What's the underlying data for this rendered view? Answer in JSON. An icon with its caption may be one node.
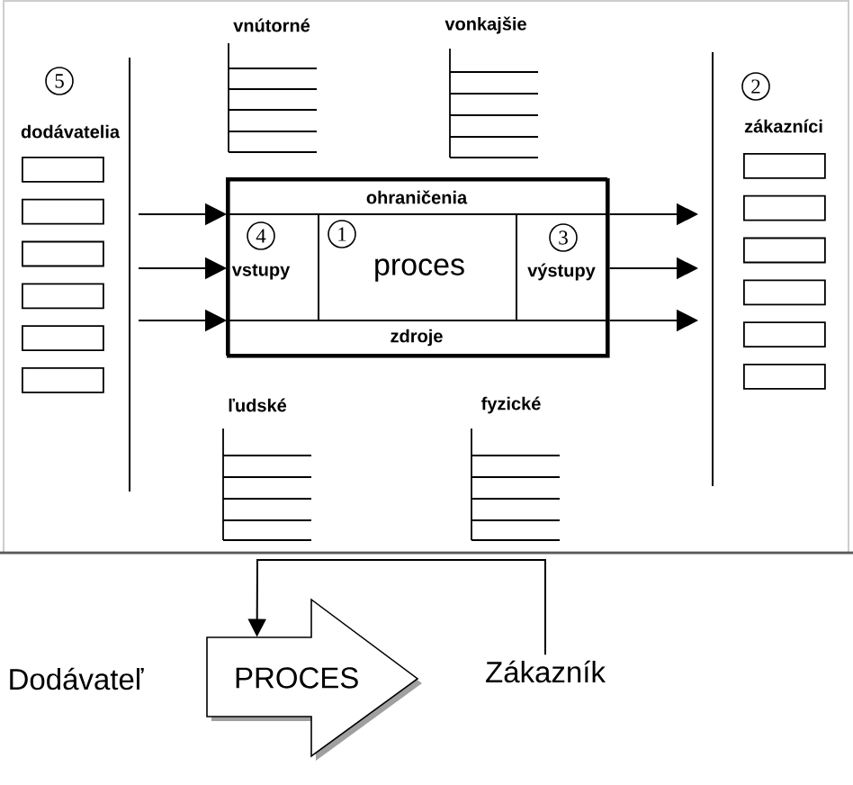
{
  "diagram": {
    "nodes": [
      {
        "text": [
          "5"
        ]
      },
      {
        "text": [],
        "shape": "box"
      },
      {
        "text": [],
        "shape": "box"
      },
      {
        "text": [],
        "shape": "box"
      },
      {
        "text": [],
        "shape": "box"
      },
      {
        "text": [],
        "shape": "box"
      },
      {
        "text": [],
        "shape": "box"
      },
      {
        "text": [],
        "shape": "box"
      },
      {
        "text": [
          "ohraničenia"
        ],
        "in": 7
      },
      {
        "text": [
          "vstupy"
        ],
        "in": 7
      },
      {
        "text": [
          "4"
        ],
        "in": 9
      },
      {
        "text": [
          "proces"
        ],
        "in": 7
      },
      {
        "text": [
          "1"
        ],
        "in": 11
      },
      {
        "text": [
          "výstupy"
        ],
        "in": 7
      },
      {
        "text": [
          "3"
        ],
        "in": 13
      },
      {
        "text": [
          "zdroje"
        ],
        "in": 7
      },
      {
        "text": [
          "2"
        ]
      },
      {
        "text": [],
        "shape": "box"
      },
      {
        "text": [],
        "shape": "box"
      },
      {
        "text": [],
        "shape": "box"
      },
      {
        "text": [],
        "shape": "box"
      },
      {
        "text": [],
        "shape": "box"
      },
      {
        "text": [],
        "shape": "box"
      },
      {
        "text": [
          "PROCES"
        ]
      },
      {
        "text": [
          "Zákazník"
        ]
      }
    ],
    "edges": [
      {
        "from": null,
        "to": 7,
        "arrow": "to"
      },
      {
        "from": null,
        "to": 7,
        "arrow": "to"
      },
      {
        "from": null,
        "to": 7,
        "arrow": "to"
      },
      {
        "from": 7,
        "to": null,
        "arrow": "to"
      },
      {
        "from": 7,
        "to": null,
        "arrow": "to"
      },
      {
        "from": 7,
        "to": null,
        "arrow": "to"
      },
      {
        "from": 24,
        "to": 23,
        "arrow": "to"
      }
    ],
    "labels": [
      "vnútorné",
      "vonkajšie",
      "dodávatelia",
      "zákazníci",
      "ľudské",
      "fyzické",
      "Dodávateľ"
    ]
  }
}
